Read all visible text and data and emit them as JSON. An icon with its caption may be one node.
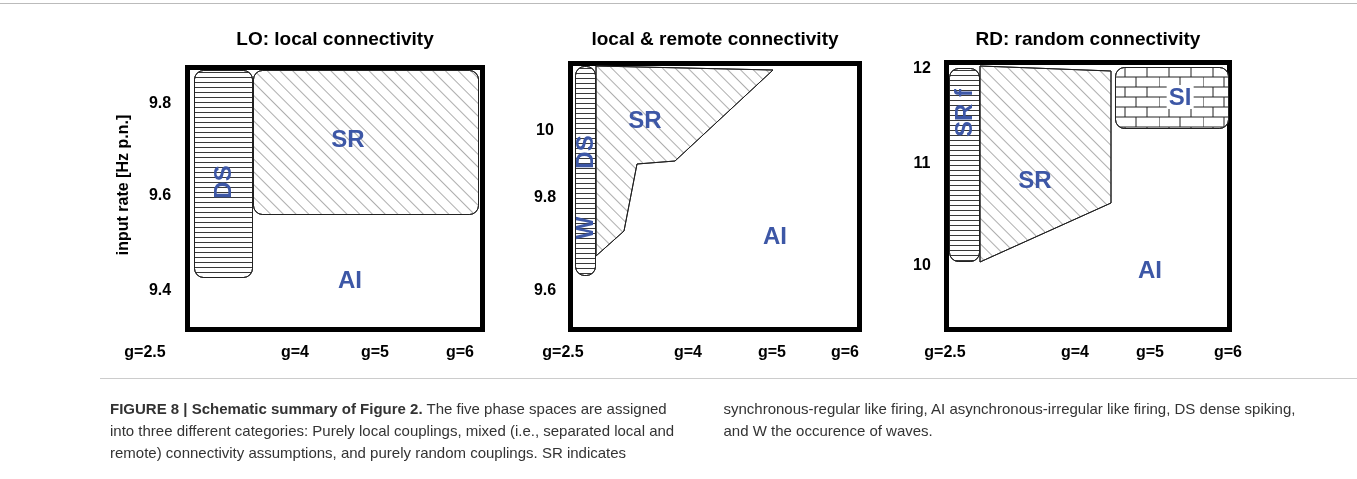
{
  "diagram": {
    "caption": "**FIGURE 8 | Schematic summary of Figure 2.** The five phase spaces are assigned into three different categories: Purely local couplings, mixed (i.e., separated local and remote) connectivity assumptions, and purely random couplings. SR indicates synchronous-regular like firing, AI asynchronous-irregular like firing, DS dense spiking, and W the occurence of waves.",
    "nodes": [
      {
        "text": [
          "LO: local connectivity",
          "AI"
        ]
      },
      {
        "text": [
          "DS"
        ],
        "in": 0
      },
      {
        "text": [
          "SR"
        ],
        "in": 0
      },
      {
        "text": [
          "local & remote connectivity",
          "AI"
        ]
      },
      {
        "text": [
          "DS",
          "W"
        ],
        "in": 3
      },
      {
        "text": [
          "SR"
        ],
        "in": 3
      },
      {
        "text": [
          "RD: random connectivity",
          "AI"
        ]
      },
      {
        "text": [
          "SR f"
        ],
        "in": 6
      },
      {
        "text": [
          "SR"
        ],
        "in": 6
      },
      {
        "text": [
          "SI"
        ],
        "in": 6
      }
    ],
    "labels": [
      "input rate [Hz p.n.]",
      "9.8",
      "9.6",
      "9.4",
      "10",
      "9.8",
      "9.6",
      "12",
      "11",
      "10",
      "g=2.5",
      "g=4",
      "g=5",
      "g=6",
      "g=2.5",
      "g=4",
      "g=5",
      "g=6",
      "g=2.5",
      "g=4",
      "g=5",
      "g=6"
    ]
  }
}
